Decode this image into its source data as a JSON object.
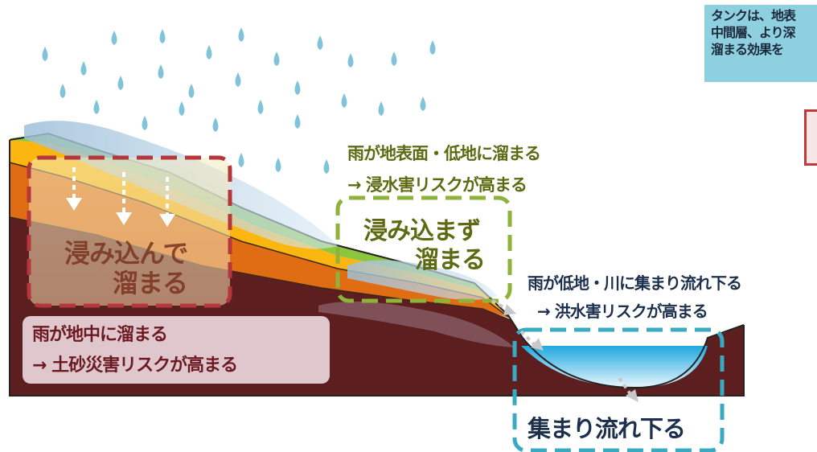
{
  "note": {
    "lines": [
      "タンクは、地表",
      "中間層、より深",
      "溜まる効果を"
    ]
  },
  "labels": {
    "surface_line1": "雨が地表面・低地に溜まる",
    "surface_line2": "→ 浸水害リスクが高まる",
    "no_soak_line1": "浸み込まず",
    "no_soak_line2": "溜まる",
    "soak_line1": "浸み込んで",
    "soak_line2": "溜まる",
    "underground_line1": "雨が地中に溜まる",
    "underground_line2": "→ 土砂災害リスクが高まる",
    "flood_line1": "雨が低地・川に集まり流れ下る",
    "flood_line2": "→ 洪水害リスクが高まる",
    "collect_label": "集まり流れ下る"
  },
  "colors": {
    "rain": "#7fc4d8",
    "bedrock": "#5c1e1e",
    "orange_layer": "#e06c13",
    "yellow_layer": "#fbb710",
    "green_layer": "#8cc63f",
    "water": "#3bb4e6",
    "red_dash": "#b5373b",
    "green_dash": "#8fb33a",
    "blue_dash": "#3aa9c2"
  }
}
